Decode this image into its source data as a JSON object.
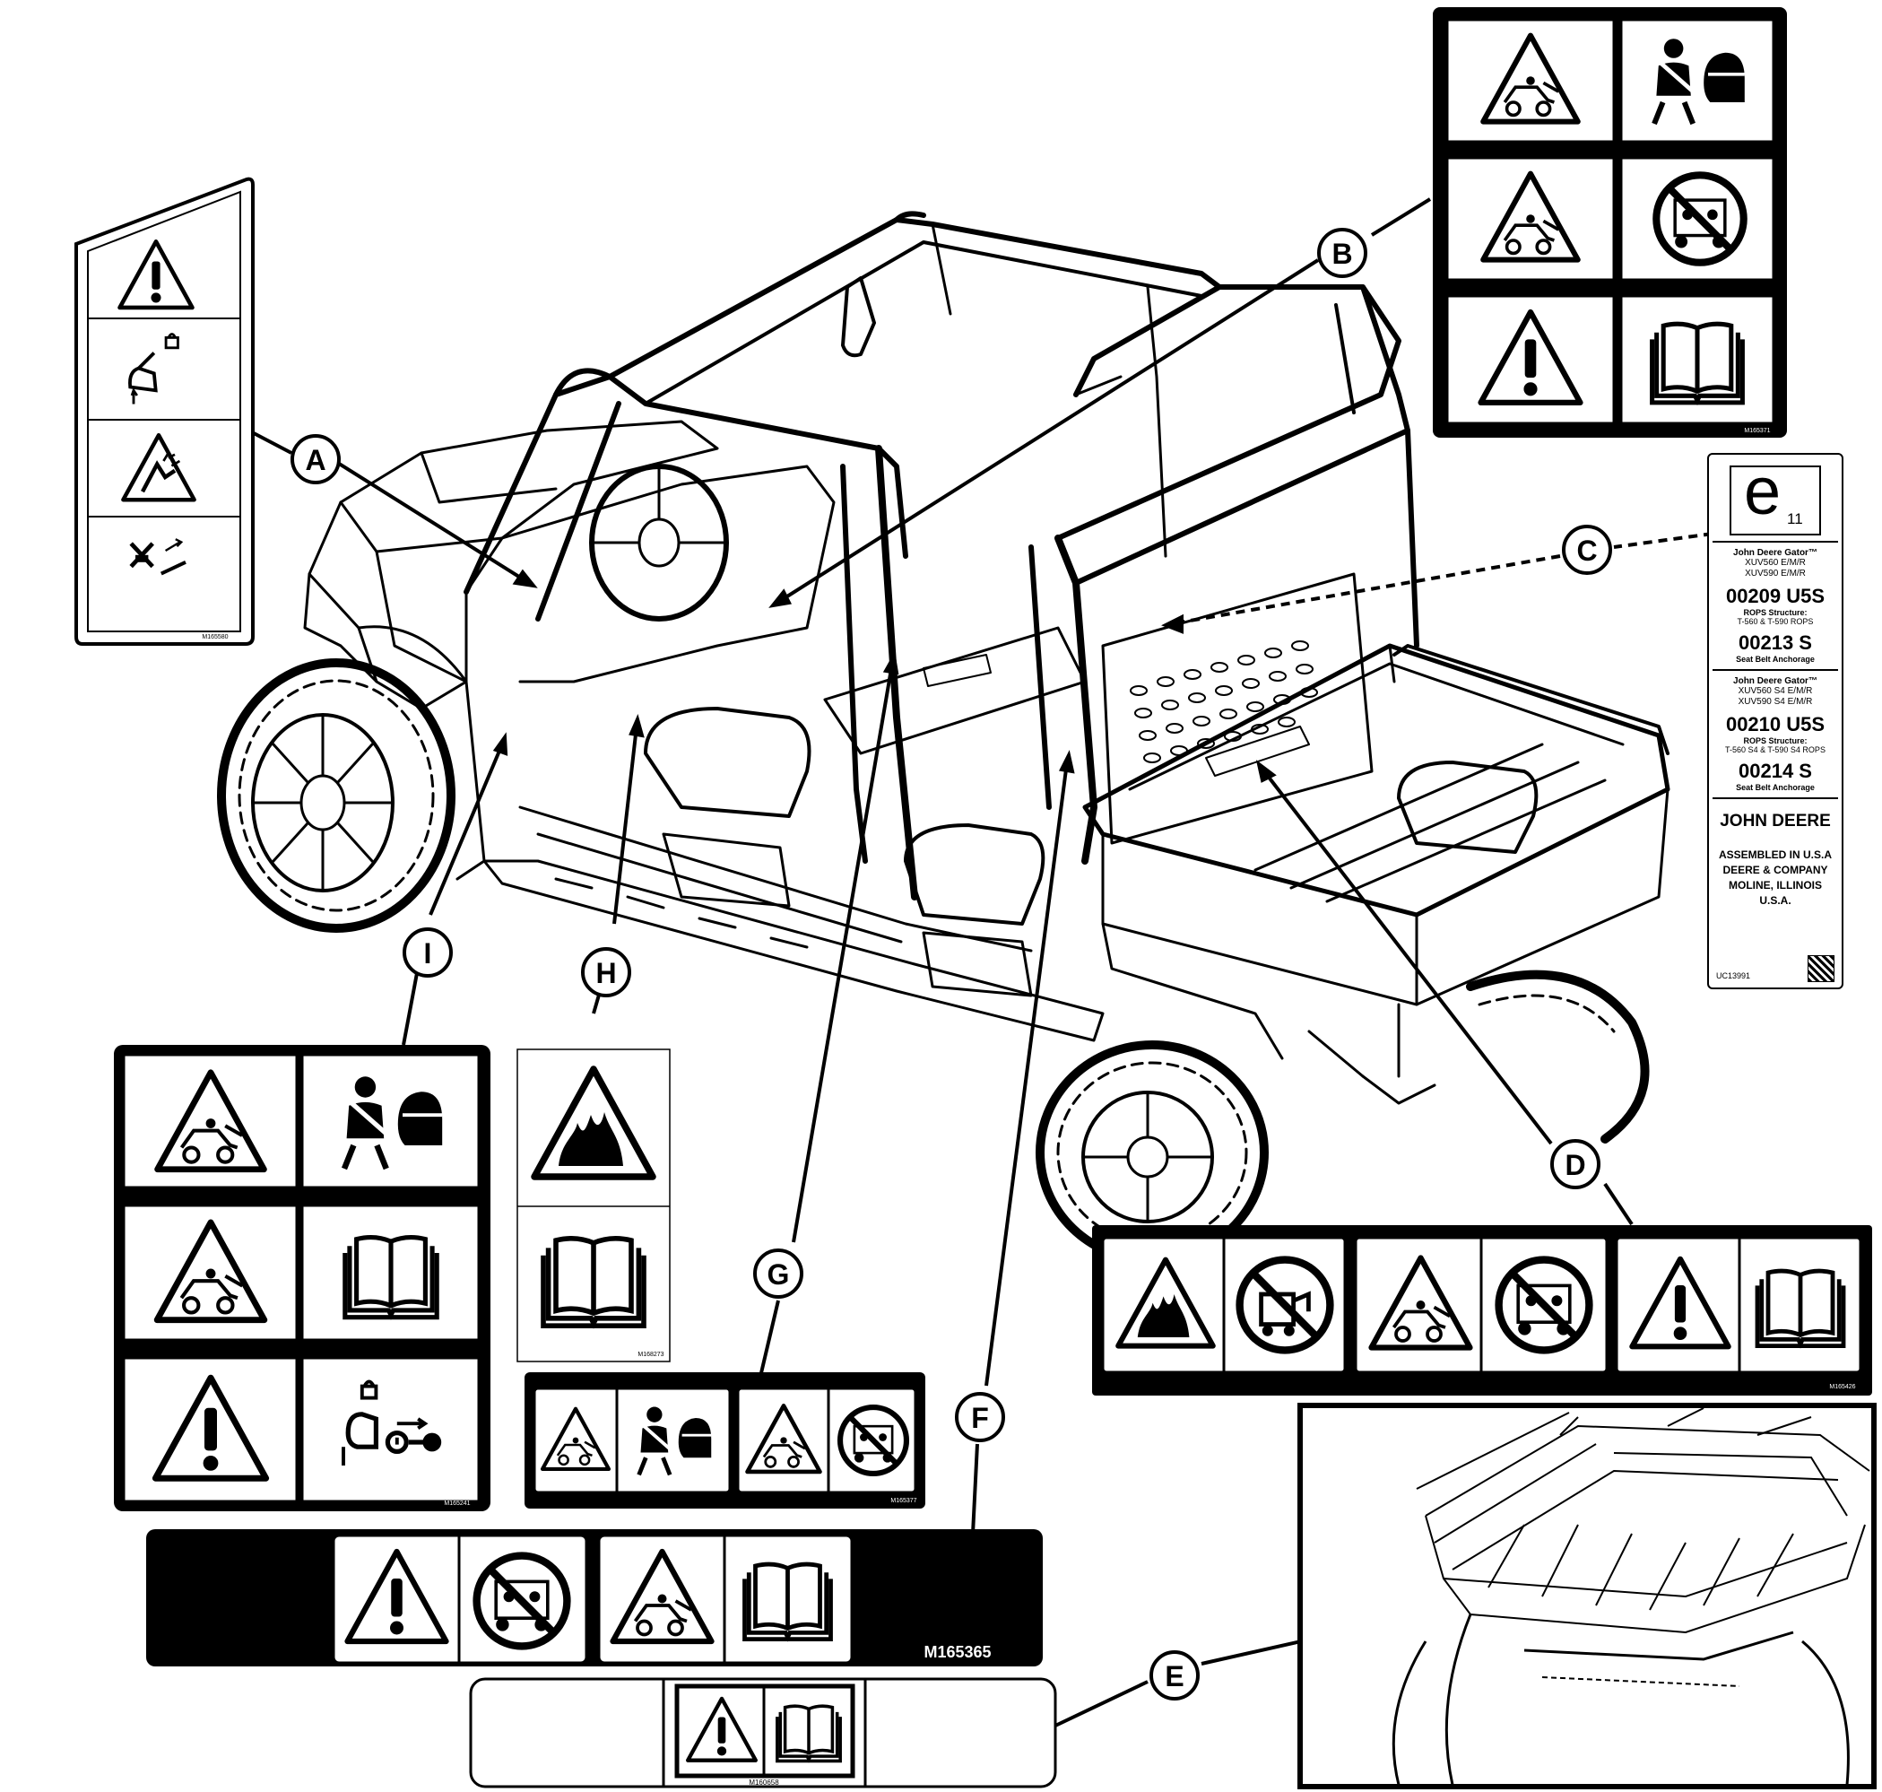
{
  "callouts": {
    "A": "A",
    "B": "B",
    "C": "C",
    "D": "D",
    "E": "E",
    "F": "F",
    "G": "G",
    "H": "H",
    "I": "I"
  },
  "decal_codes": {
    "f_main": "M165365",
    "e_small": "M160658",
    "a_small": "M165580",
    "b_small": "M165371",
    "h_small": "M168273",
    "i_small": "M165241",
    "g_small": "M165377",
    "d_small": "M165426"
  },
  "plate": {
    "e_letter": "e",
    "e_number": "11",
    "group1_brand": "John Deere Gator™",
    "group1_model1": "XUV560 E/M/R",
    "group1_model2": "XUV590 E/M/R",
    "group1_rops_code": "00209 U5S",
    "group1_rops_label": "ROPS Structure:",
    "group1_rops_detail": "T-560 & T-590 ROPS",
    "group1_seat_code": "00213 S",
    "group1_seat_label": "Seat Belt Anchorage",
    "group2_brand": "John Deere Gator™",
    "group2_model1": "XUV560 S4 E/M/R",
    "group2_model2": "XUV590 S4 E/M/R",
    "group2_rops_code": "00210 U5S",
    "group2_rops_label": "ROPS Structure:",
    "group2_rops_detail": "T-560 S4 & T-590 S4 ROPS",
    "group2_seat_code": "00214 S",
    "group2_seat_label": "Seat Belt Anchorage",
    "company": "JOHN DEERE",
    "address1": "ASSEMBLED IN U.S.A",
    "address2": "DEERE & COMPANY",
    "address3": "MOLINE, ILLINOIS",
    "address4": "U.S.A.",
    "plate_code": "UC13991"
  },
  "icons": [
    "warning-triangle-icon",
    "exclamation-icon",
    "seatbelt-helmet-icon",
    "operator-manual-icon",
    "rollover-hazard-icon",
    "no-passengers-icon",
    "fire-hazard-icon",
    "no-fuel-fire-icon",
    "hot-surface-icon",
    "ignition-key-icon",
    "lock-icon",
    "dump-bed-icon",
    "pinch-point-icon"
  ]
}
